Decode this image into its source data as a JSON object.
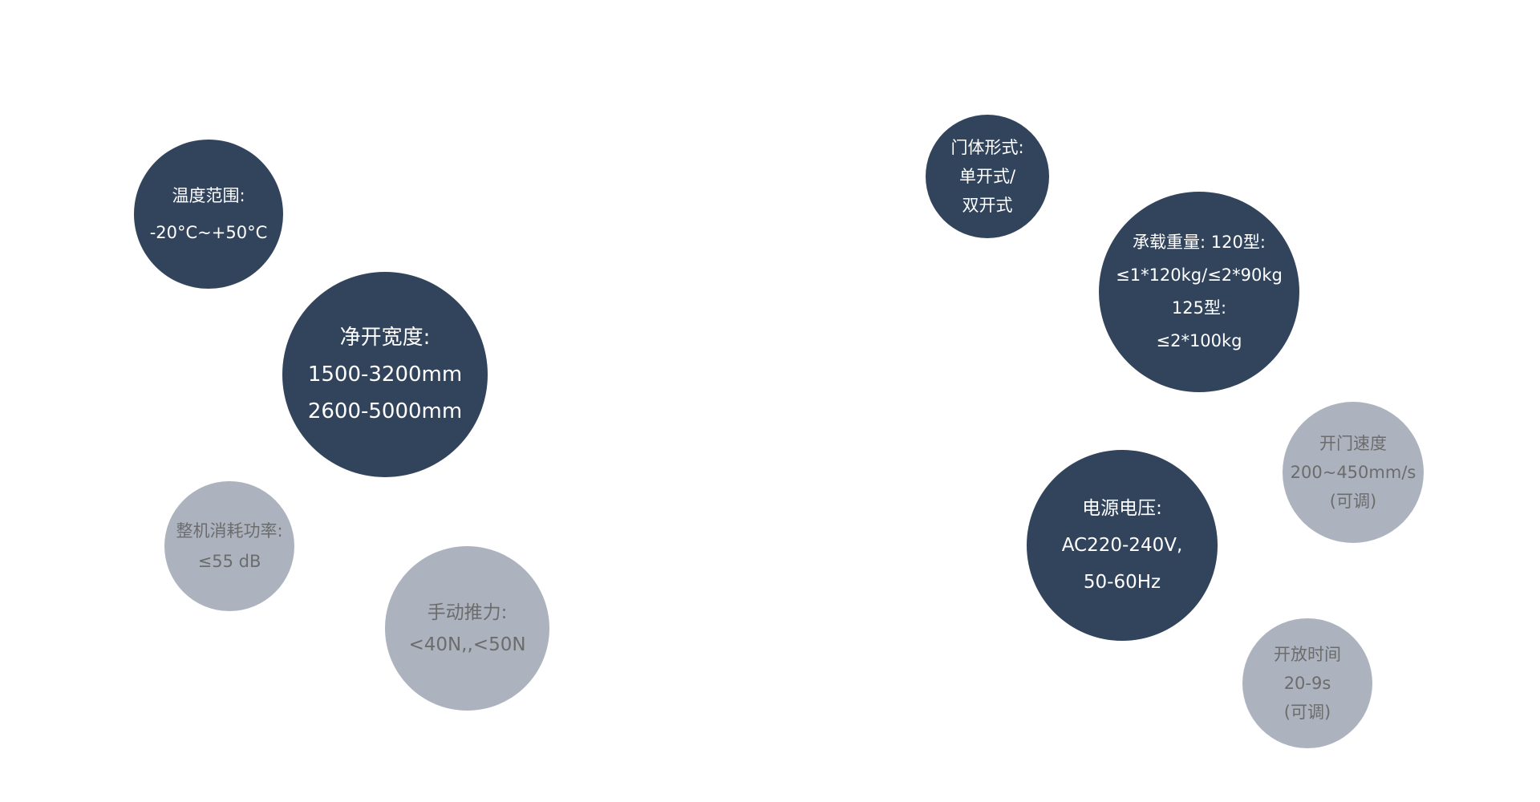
{
  "colors": {
    "dark": "#32445c",
    "light": "#adb3be",
    "light_text": "#6c6c6c"
  },
  "specs": {
    "temperature": {
      "lines": [
        "温度范围:",
        "-20°C~+50°C"
      ]
    },
    "width": {
      "lines": [
        "净开宽度:",
        "1500-3200mm",
        "2600-5000mm"
      ]
    },
    "power_consumption": {
      "lines": [
        "整机消耗功率:",
        "≤55 dB"
      ]
    },
    "manual_force": {
      "lines": [
        "手动推力:",
        "<40N,,<50N"
      ]
    },
    "door_type": {
      "lines": [
        "门体形式:",
        "单开式/",
        "双开式"
      ]
    },
    "load": {
      "lines": [
        "承载重量: 120型:",
        "≤1*120kg/≤2*90kg",
        "125型:",
        "≤2*100kg"
      ]
    },
    "speed": {
      "lines": [
        "开门速度",
        "200~450mm/s",
        "(可调)"
      ]
    },
    "voltage": {
      "lines": [
        "电源电压:",
        "AC220-240V,",
        "50-60Hz"
      ]
    },
    "open_time": {
      "lines": [
        "开放时间",
        "20-9s",
        "(可调)"
      ]
    }
  }
}
